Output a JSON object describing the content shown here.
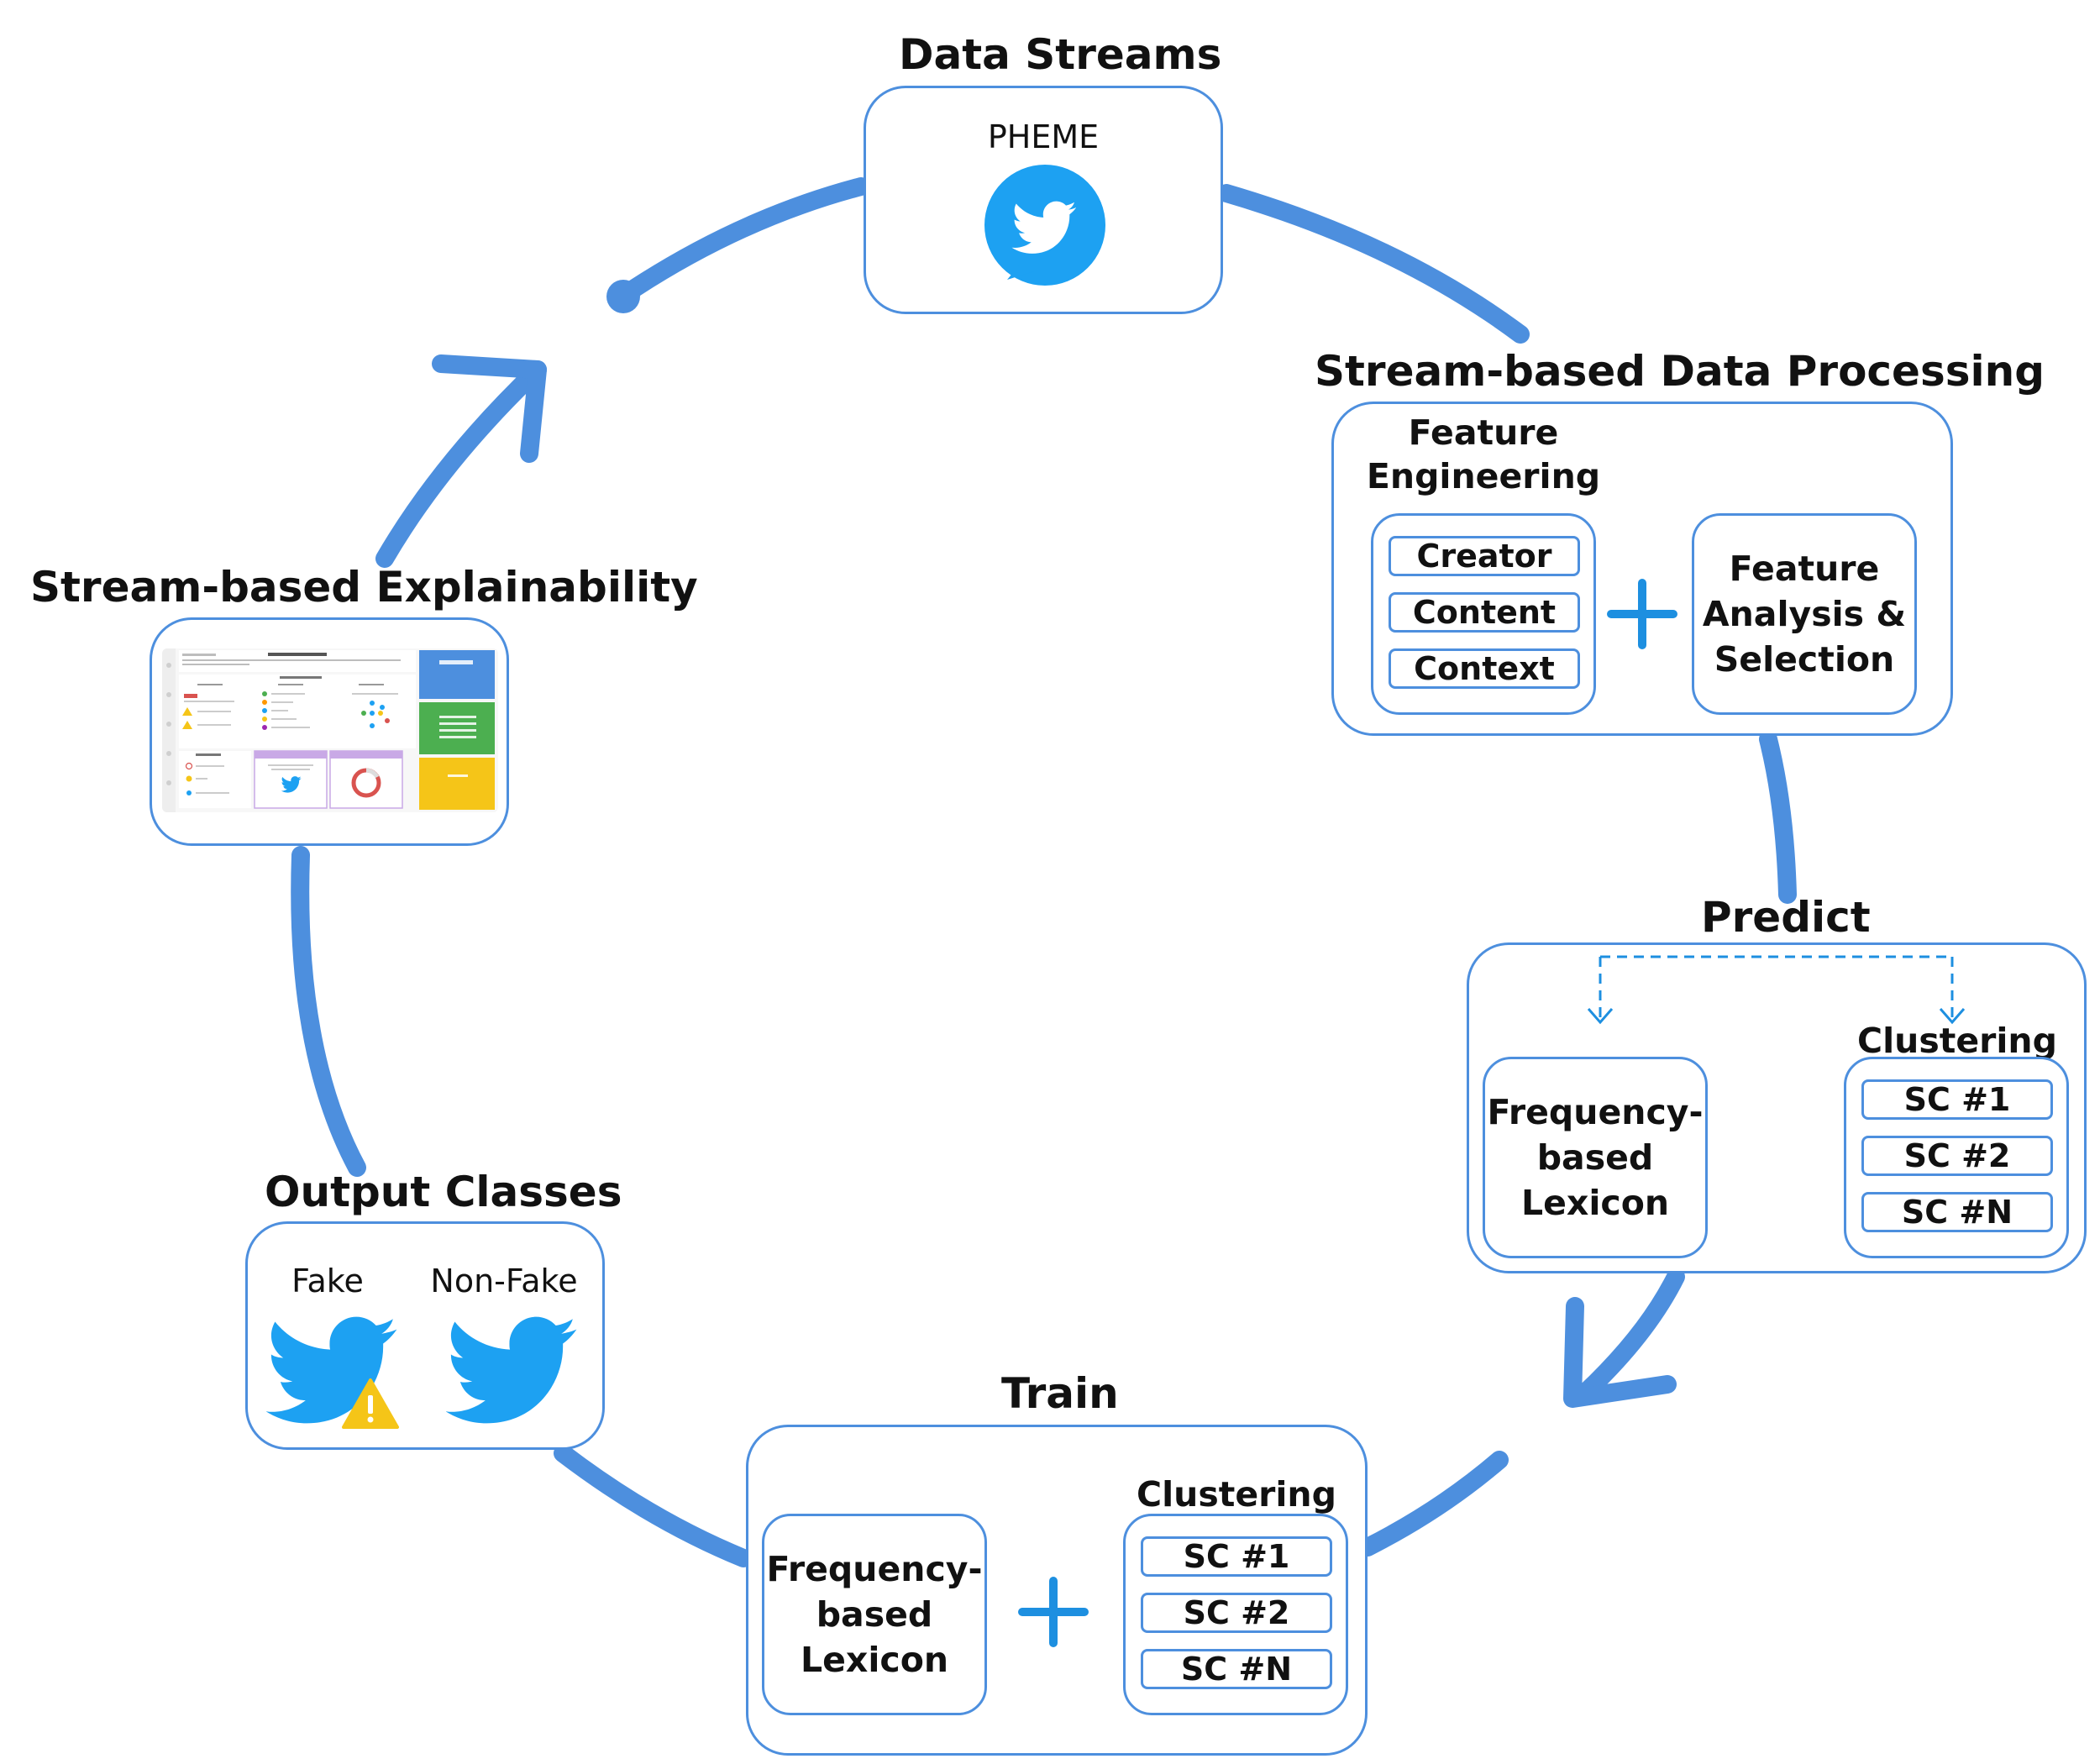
{
  "data_streams": {
    "title": "Data Streams",
    "source_label": "PHEME",
    "icon": "twitter-bird-icon"
  },
  "processing": {
    "title": "Stream-based Data Processing",
    "feature_engineering": {
      "label_line1": "Feature",
      "label_line2": "Engineering",
      "items": [
        "Creator",
        "Content",
        "Context"
      ]
    },
    "feature_analysis": {
      "line1": "Feature",
      "line2": "Analysis &",
      "line3": "Selection"
    }
  },
  "predict": {
    "title": "Predict",
    "lexicon": {
      "line1": "Frequency-",
      "line2": "based",
      "line3": "Lexicon"
    },
    "clustering_label": "Clustering",
    "clusters": [
      "SC #1",
      "SC #2",
      "SC #N"
    ]
  },
  "train": {
    "title": "Train",
    "lexicon": {
      "line1": "Frequency-",
      "line2": "based",
      "line3": "Lexicon"
    },
    "clustering_label": "Clustering",
    "clusters": [
      "SC #1",
      "SC #2",
      "SC #N"
    ]
  },
  "output": {
    "title": "Output Classes",
    "fake_label": "Fake",
    "nonfake_label": "Non-Fake"
  },
  "explainability": {
    "title": "Stream-based Explainability",
    "screenshot": "dashboard-thumbnail"
  },
  "colors": {
    "accent": "#4d8fde",
    "twitter": "#1da1f2",
    "warning": "#f5c518"
  }
}
